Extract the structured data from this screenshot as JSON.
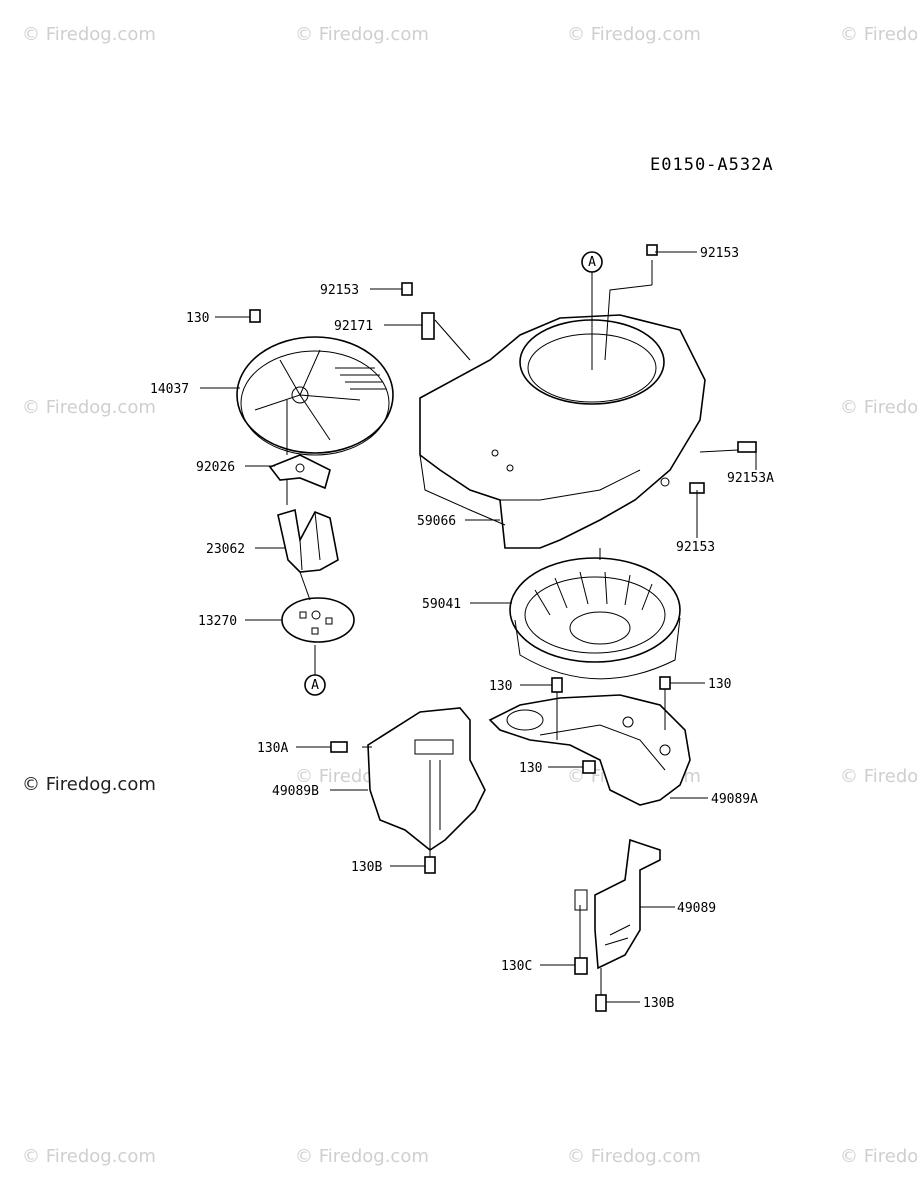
{
  "diagram_code": "E0150-A532A",
  "watermark": "© Firedog.com",
  "callout_A": "A",
  "labels": {
    "l_92153_top": "92153",
    "l_92153_left": "92153",
    "l_130_top": "130",
    "l_92171": "92171",
    "l_14037": "14037",
    "l_92153A": "92153A",
    "l_92026": "92026",
    "l_59066": "59066",
    "l_92153_right": "92153",
    "l_23062": "23062",
    "l_59041": "59041",
    "l_13270": "13270",
    "l_130_mid_left": "130",
    "l_130_mid_right": "130",
    "l_130A": "130A",
    "l_130_low": "130",
    "l_49089B": "49089B",
    "l_49089A": "49089A",
    "l_130B_left": "130B",
    "l_49089": "49089",
    "l_130C": "130C",
    "l_130B_right": "130B"
  }
}
